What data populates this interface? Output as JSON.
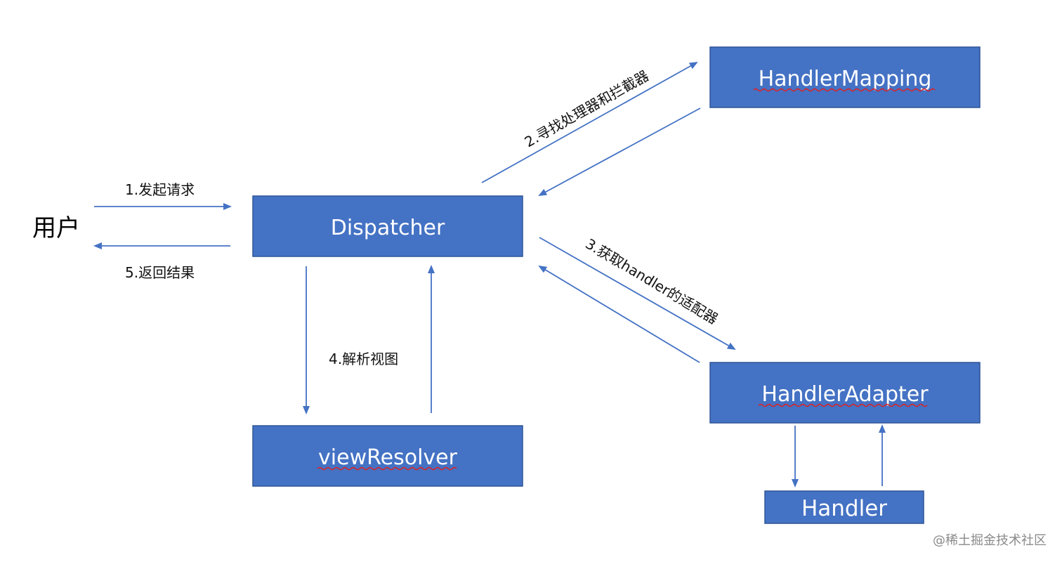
{
  "colors": {
    "box_fill": "#4472c4",
    "box_border": "#2f5597",
    "arrow": "#4472c4",
    "box_text": "#ffffff",
    "spellcheck_underline": "#e02020"
  },
  "actors": {
    "user": "用户"
  },
  "boxes": {
    "dispatcher": "Dispatcher",
    "handler_mapping": "HandlerMapping",
    "handler_adapter": "HandlerAdapter",
    "view_resolver": "viewResolver",
    "handler": "Handler"
  },
  "steps": {
    "send_request": "1.发起请求",
    "find_handler_interceptor": "2.寻找处理器和拦截器",
    "get_handler_adapter": "3.获取handler的适配器",
    "resolve_view": "4.解析视图",
    "return_result": "5.返回结果"
  },
  "watermark": "@稀土掘金技术社区"
}
